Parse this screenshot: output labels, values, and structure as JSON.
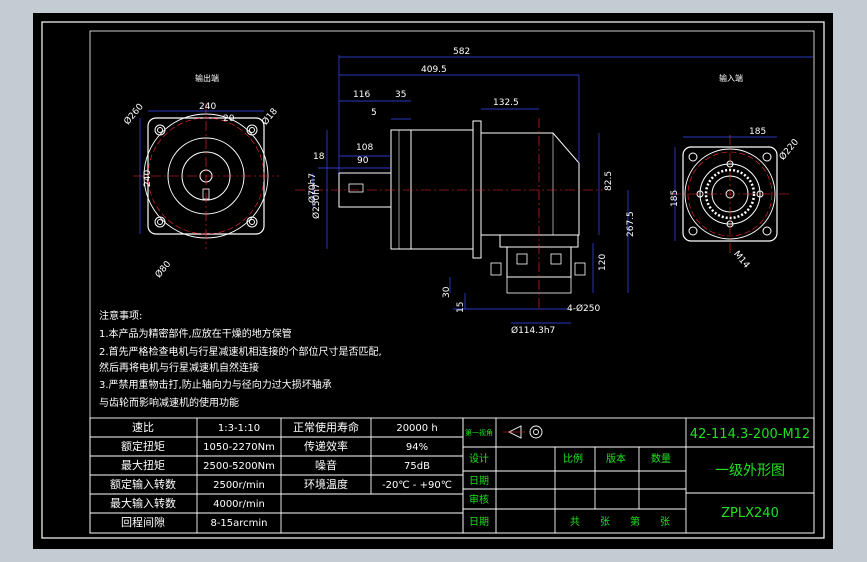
{
  "labels": {
    "output_end": "输出端",
    "input_end": "输入端"
  },
  "dims": {
    "d582": "582",
    "d409": "409.5",
    "d116": "116",
    "d35": "35",
    "d5": "5",
    "d132": "132.5",
    "d18": "18",
    "d108": "108",
    "d90": "90",
    "d82": "82.5",
    "d267": "267.5",
    "d120": "120",
    "d30": "30",
    "d15": "15",
    "d4250": "4-Ø250",
    "d114": "Ø114.3h7",
    "d240a": "240",
    "d20": "20",
    "d240b": "240",
    "d185a": "185",
    "d185b": "185",
    "phi260": "Ø260",
    "phi18": "Ø18",
    "phi80": "Ø80",
    "phi220": "Ø220",
    "m14": "M14",
    "phi250h7": "Ø250h7",
    "phi70": "Ø70h7"
  },
  "notes": {
    "title": "注意事项:",
    "n1": "1.本产品为精密部件,应放在干燥的地方保管",
    "n2": "2.首先严格检查电机与行星减速机相连接的个部位尺寸是否匹配,",
    "n2b": "然后再将电机与行星减速机自然连接",
    "n3": "3.严禁用重物击打,防止轴向力与径向力过大损坏轴承",
    "n3b": "与齿轮而影响减速机的使用功能"
  },
  "specs": {
    "rows": [
      {
        "k1": "速比",
        "v1": "1:3-1:10",
        "k2": "正常使用寿命",
        "v2": "20000 h"
      },
      {
        "k1": "额定扭矩",
        "v1": "1050-2270Nm",
        "k2": "传递效率",
        "v2": "94%"
      },
      {
        "k1": "最大扭矩",
        "v1": "2500-5200Nm",
        "k2": "噪音",
        "v2": "75dB"
      },
      {
        "k1": "额定输入转数",
        "v1": "2500r/min",
        "k2": "环境温度",
        "v2": "-20℃ - +90℃"
      },
      {
        "k1": "最大输入转数",
        "v1": "4000r/min",
        "k2": "",
        "v2": ""
      },
      {
        "k1": "回程间隙",
        "v1": "8-15arcmin",
        "k2": "",
        "v2": ""
      }
    ]
  },
  "title_block": {
    "projection": "第一视角",
    "design": "设计",
    "check": "审核",
    "date1": "日期",
    "date2": "日期",
    "scale": "比例",
    "version": "版本",
    "qty": "数量",
    "sheets": "共　　张　　第　　张",
    "code": "42-114.3-200-M12",
    "name": "一级外形图",
    "model": "ZPLX240"
  },
  "colors": {
    "accent": "#20e020",
    "line": "#ffffff",
    "center": "#ff2b2b",
    "dimline": "#3a4cff"
  }
}
